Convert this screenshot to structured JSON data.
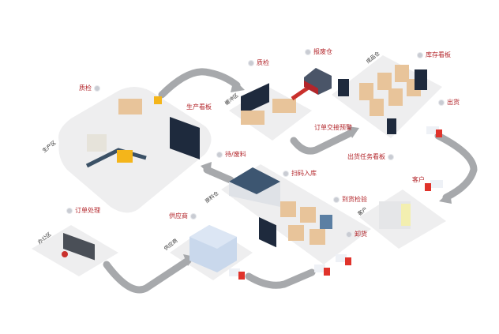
{
  "labels": {
    "qc_production": "质检",
    "production_board": "生产看板",
    "pending_material": "待/废料",
    "qc_buffer": "质检",
    "scrap_warehouse": "报废仓",
    "inventory_board": "库存看板",
    "shipping": "出货",
    "order_warning": "订单交接预警",
    "shipping_task_board": "出货任务看板",
    "customer": "客户",
    "scan_inbound": "扫码入库",
    "arrival_inspection": "到货检验",
    "unloading": "卸货",
    "supplier": "供应商",
    "order_processing": "订单处理"
  },
  "zones": {
    "production": "生产区",
    "buffer": "缓冲区",
    "finished_goods": "成品仓",
    "raw_material": "原料仓",
    "customer": "客户",
    "supplier": "供应商",
    "office": "办公区"
  },
  "colors": {
    "label": "#b3262b",
    "platform": "#eeeeef",
    "arrow": "#a7a9ac",
    "truck": "#e0332b",
    "shelf": "#e8c49a"
  }
}
